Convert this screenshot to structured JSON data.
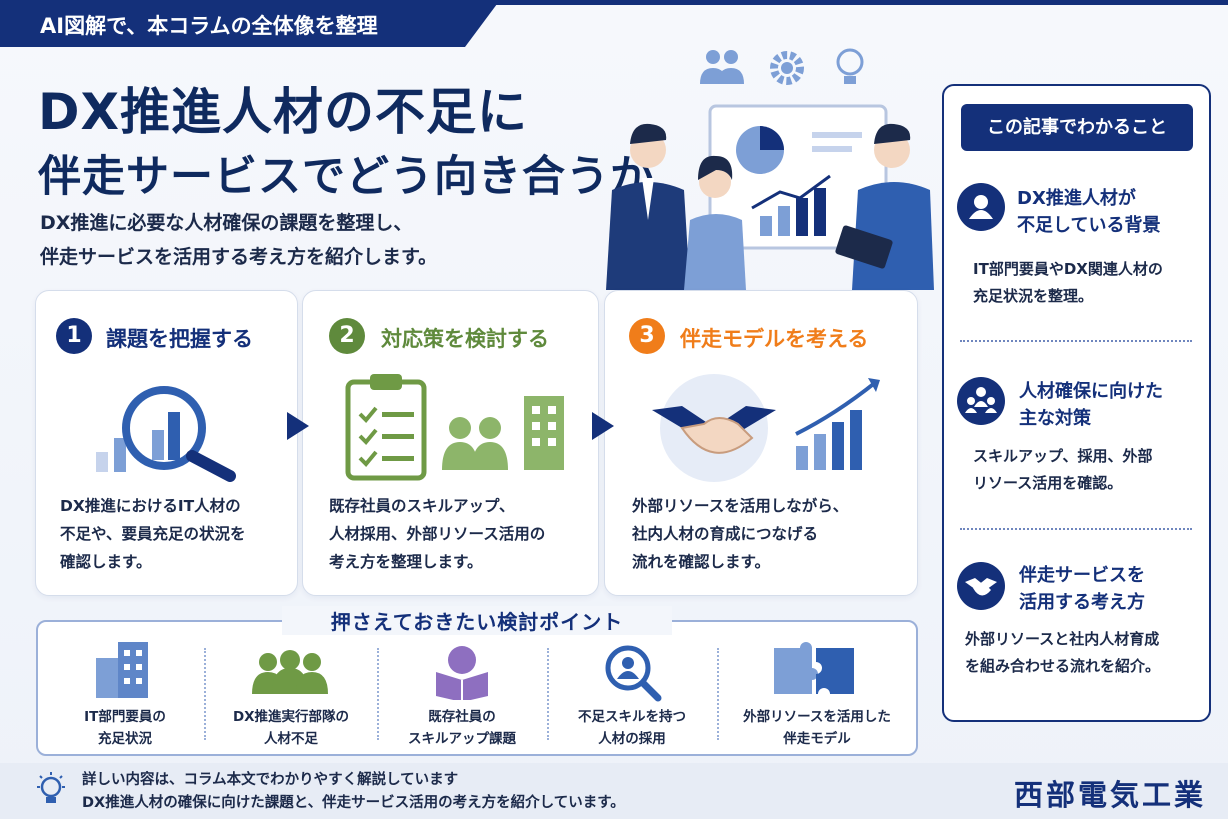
{
  "header": {
    "ribbon": "AI図解で、本コラムの全体像を整理",
    "title_line1": "DX推進人材の不足に",
    "title_line2": "伴走サービスでどう向き合うか",
    "lead_line1": "DX推進に必要な人材確保の課題を整理し、",
    "lead_line2": "伴走サービスを活用する考え方を紹介します。"
  },
  "steps": [
    {
      "number": "1",
      "title": "課題を把握する",
      "color": "#14307a",
      "desc": [
        "DX推進におけるIT人材の",
        "不足や、要員充足の状況を",
        "確認します。"
      ]
    },
    {
      "number": "2",
      "title": "対応策を検討する",
      "color": "#5f8a3c",
      "desc": [
        "既存社員のスキルアップ、",
        "人材採用、外部リソース活用の",
        "考え方を整理します。"
      ]
    },
    {
      "number": "3",
      "title": "伴走モデルを考える",
      "color": "#f07d1a",
      "desc": [
        "外部リソースを活用しながら、",
        "社内人材の育成につなげる",
        "流れを確認します。"
      ]
    }
  ],
  "points": {
    "title": "押さえておきたい検討ポイント",
    "items": [
      {
        "line1": "IT部門要員の",
        "line2": "充足状況",
        "icon": "building-icon"
      },
      {
        "line1": "DX推進実行部隊の",
        "line2": "人材不足",
        "icon": "team-icon"
      },
      {
        "line1": "既存社員の",
        "line2": "スキルアップ課題",
        "icon": "book-reader-icon"
      },
      {
        "line1": "不足スキルを持つ",
        "line2": "人材の採用",
        "icon": "search-person-icon"
      },
      {
        "line1": "外部リソースを活用した",
        "line2": "伴走モデル",
        "icon": "puzzle-icon"
      }
    ]
  },
  "sidebar": {
    "heading": "この記事でわかること",
    "items": [
      {
        "title1": "DX推進人材が",
        "title2": "不足している背景",
        "body1": "IT部門要員やDX関連人材の",
        "body2": "充足状況を整理。",
        "icon": "person-icon"
      },
      {
        "title1": "人材確保に向けた",
        "title2": "主な対策",
        "body1": "スキルアップ、採用、外部",
        "body2": "リソース活用を確認。",
        "icon": "group-icon"
      },
      {
        "title1": "伴走サービスを",
        "title2": "活用する考え方",
        "body1": "外部リソースと社内人材育成",
        "body2": "を組み合わせる流れを紹介。",
        "icon": "handshake-icon"
      }
    ]
  },
  "footer": {
    "line1": "詳しい内容は、コラム本文でわかりやすく解説しています",
    "line2": "DX推進人材の確保に向けた課題と、伴走サービス活用の考え方を紹介しています。",
    "company": "西部電気工業"
  },
  "colors": {
    "navy": "#14307a",
    "green": "#5f8a3c",
    "orange": "#f07d1a",
    "blue_light": "#7d9fd6"
  }
}
